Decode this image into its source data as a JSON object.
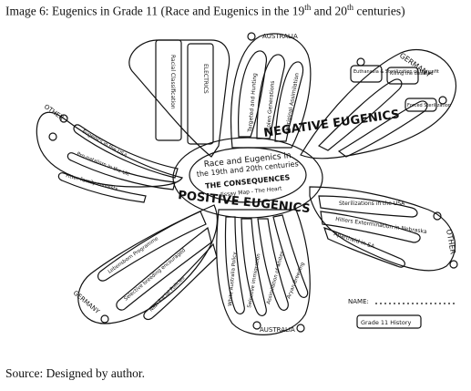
{
  "caption": {
    "prefix": "Image 6: Eugenics in Grade 11 (Race and Eugenics in the 19",
    "sup1": "th",
    "middle": " and 20",
    "sup2": "th",
    "suffix": " centuries)"
  },
  "source": "Source: Designed by author.",
  "center": {
    "line1": "Race and Eugenics in",
    "line2": "the 19th and 20th centuries",
    "line3": "THE CONSEQUENCES",
    "line4": "Essay Map - The Heart"
  },
  "negative_label": "NEGATIVE EUGENICS",
  "positive_label": "POSITIVE EUGENICS",
  "petal_labels": {
    "australia_top": "AUSTRALIA",
    "germany": "GERMANY",
    "other_right": "OTHER",
    "australia_bottom": "AUSTRALIA",
    "germany_left": "GERMANY",
    "other_left": "OTHER"
  },
  "petal_items": {
    "top_left": [
      "Racial Classification",
      "ELECTRICS"
    ],
    "australia_top": [
      "Targeted and Hunting",
      "Stolen Generations",
      "Aboriginal Assimilation"
    ],
    "germany": [
      "Euthanasia & Sterilization of the unfit",
      "Killing the disabled",
      "Forced Sterilization"
    ],
    "other_right": [
      "Sterilizations in the USA",
      "Hitlers Extermination in Nebraska",
      "Apartheid in SA"
    ],
    "australia_bottom": [
      "White Australia Policy",
      "Selective immigration",
      "Assimilation of whites",
      "Aryan Breeding"
    ],
    "germany_left": [
      "Lebensborn Programme",
      "Selective breeding encouraged",
      "Nazi Racial Policies"
    ],
    "other_left": [
      "Eugenics in the USA",
      "Pro-natalism in the UK",
      "Fitter Family contests"
    ]
  },
  "name_label": "NAME:",
  "grade_label": "Grade 11 History"
}
